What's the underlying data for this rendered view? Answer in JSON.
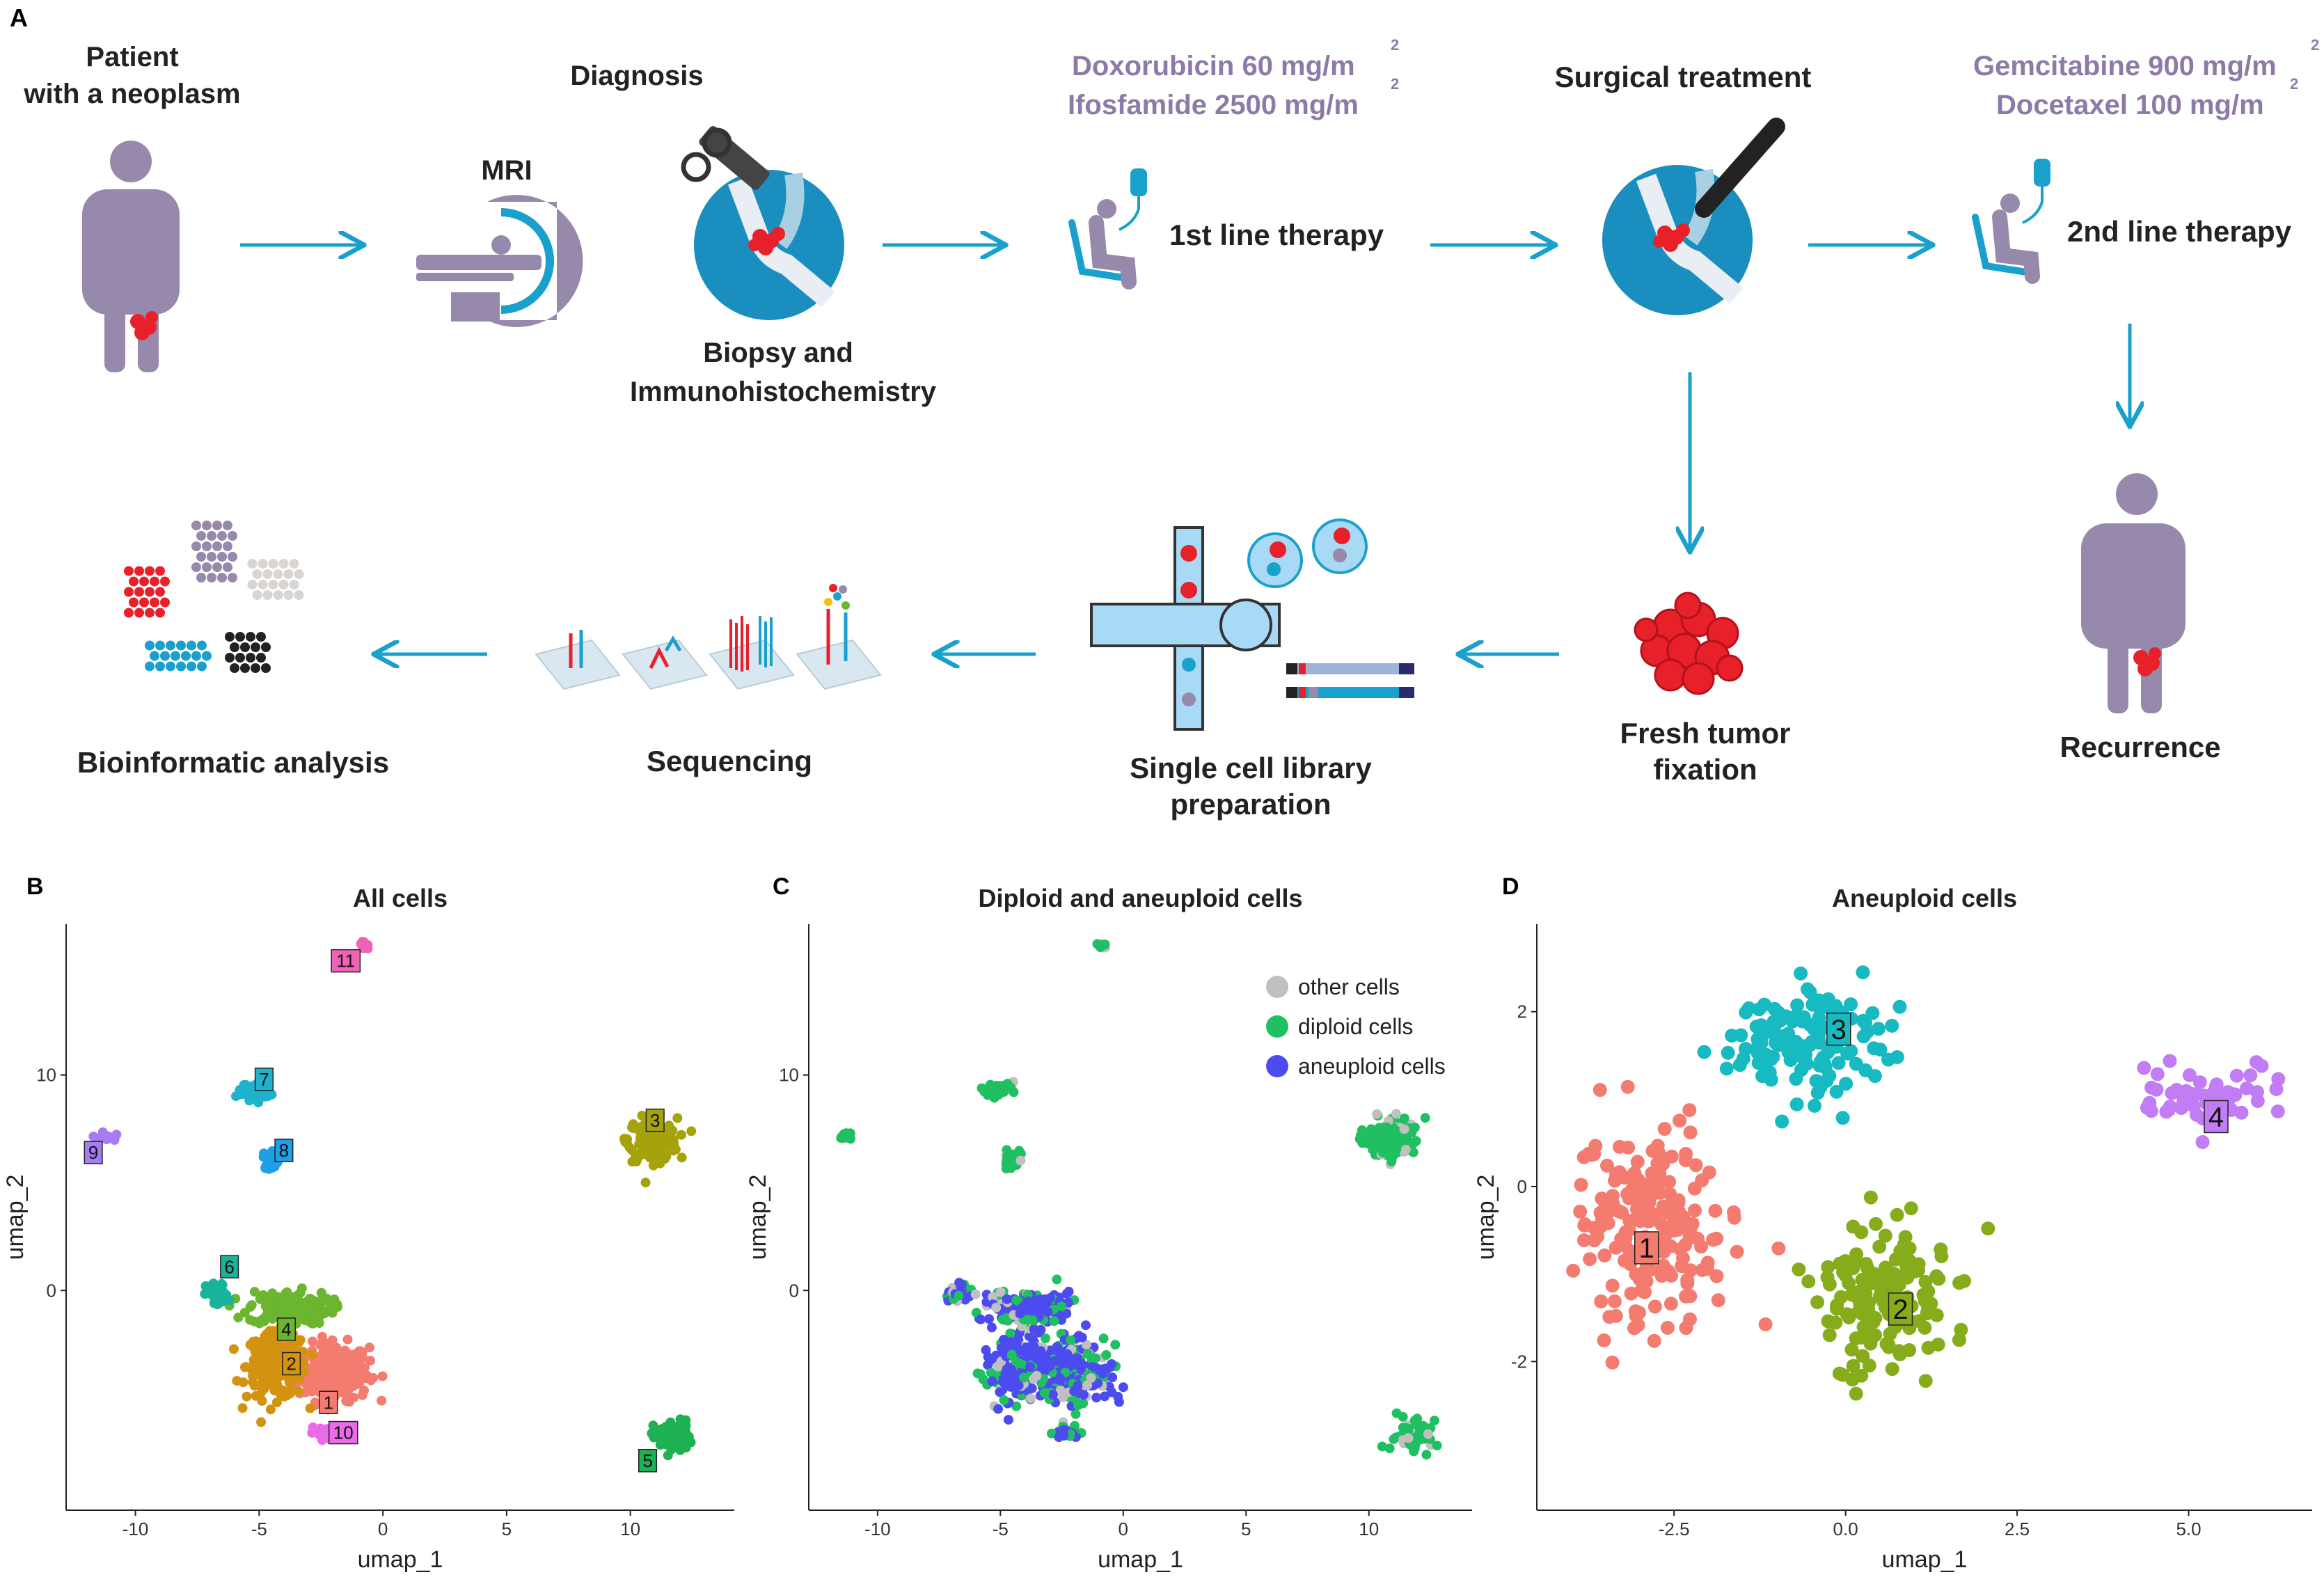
{
  "panel_a": {
    "letter": "A",
    "patient": [
      "Patient",
      "with a neoplasm"
    ],
    "diagnosis": "Diagnosis",
    "mri": "MRI",
    "biopsy": [
      "Biopsy and",
      "Immunohistochemistry"
    ],
    "drugs1": [
      "Doxorubicin 60 mg/m",
      "Ifosfamide 2500 mg/m"
    ],
    "superscript": "2",
    "first_line": "1st line therapy",
    "surgical": "Surgical treatment",
    "drugs2": [
      "Gemcitabine 900 mg/m",
      "Docetaxel 100 mg/m"
    ],
    "second_line": "2nd line therapy",
    "recurrence": "Recurrence",
    "fixation": [
      "Fresh tumor",
      "fixation"
    ],
    "library": [
      "Single cell library",
      "preparation"
    ],
    "sequencing": "Sequencing",
    "bioinformatic": "Bioinformatic analysis",
    "colors": {
      "accent": "#1aa0cc",
      "figure": "#9789ac",
      "drug_text": "#8e7aa8",
      "tumor": "#e8202a"
    }
  },
  "chart_data": [
    {
      "type": "scatter",
      "panel": "B",
      "title": "All cells",
      "xlabel": "umap_1",
      "ylabel": "umap_2",
      "xlim": [
        -12.8,
        14.2
      ],
      "ylim": [
        -10.2,
        17
      ],
      "xticks": [
        -10,
        -5,
        0,
        5,
        10
      ],
      "yticks": [
        0,
        10
      ],
      "grid": false,
      "clusters": [
        {
          "label": "1",
          "color": "#f37b70",
          "center": [
            -2,
            -3.8
          ],
          "spread": [
            1.3,
            1.2
          ],
          "n": 260,
          "label_pos": [
            -2.2,
            -5.2
          ]
        },
        {
          "label": "2",
          "color": "#d3920f",
          "center": [
            -4.3,
            -3.5
          ],
          "spread": [
            1.1,
            1.4
          ],
          "n": 220,
          "label_pos": [
            -3.7,
            -3.4
          ]
        },
        {
          "label": "3",
          "color": "#a6a20b",
          "center": [
            10.9,
            7
          ],
          "spread": [
            0.9,
            0.9
          ],
          "n": 160,
          "label_pos": [
            11,
            7.9
          ]
        },
        {
          "label": "4",
          "color": "#6cb52f",
          "center": [
            -3.8,
            -0.8
          ],
          "spread": [
            1.5,
            0.7
          ],
          "n": 160,
          "label_pos": [
            -3.9,
            -1.8
          ]
        },
        {
          "label": "5",
          "color": "#1db154",
          "center": [
            11.7,
            -6.8
          ],
          "spread": [
            0.7,
            0.7
          ],
          "n": 60,
          "label_pos": [
            10.7,
            -7.9
          ]
        },
        {
          "label": "6",
          "color": "#19b39c",
          "center": [
            -6.7,
            -0.2
          ],
          "spread": [
            0.4,
            0.5
          ],
          "n": 40,
          "label_pos": [
            -6.2,
            1.1
          ]
        },
        {
          "label": "7",
          "color": "#1fb2cb",
          "center": [
            -5.2,
            9.3
          ],
          "spread": [
            0.6,
            0.4
          ],
          "n": 40,
          "label_pos": [
            -4.8,
            9.8
          ]
        },
        {
          "label": "8",
          "color": "#1f9fe6",
          "center": [
            -4.5,
            6.1
          ],
          "spread": [
            0.3,
            0.4
          ],
          "n": 30,
          "label_pos": [
            -4,
            6.5
          ]
        },
        {
          "label": "9",
          "color": "#a77cf2",
          "center": [
            -11.2,
            7.1
          ],
          "spread": [
            0.3,
            0.2
          ],
          "n": 15,
          "label_pos": [
            -11.7,
            6.4
          ]
        },
        {
          "label": "10",
          "color": "#ea6be8",
          "center": [
            -2.3,
            -6.6
          ],
          "spread": [
            0.6,
            0.2
          ],
          "n": 30,
          "label_pos": [
            -1.6,
            -6.6
          ]
        },
        {
          "label": "11",
          "color": "#f062b6",
          "center": [
            -0.8,
            16
          ],
          "spread": [
            0.2,
            0.2
          ],
          "n": 8,
          "label_pos": [
            -1.5,
            15.3
          ]
        }
      ]
    },
    {
      "type": "scatter",
      "panel": "C",
      "title": "Diploid and aneuploid cells",
      "xlabel": "umap_1",
      "ylabel": "umap_2",
      "xlim": [
        -12.8,
        14.2
      ],
      "ylim": [
        -10.2,
        17
      ],
      "xticks": [
        -10,
        -5,
        0,
        5,
        10
      ],
      "yticks": [
        0,
        10
      ],
      "grid": false,
      "legend_position": "top-right",
      "series": [
        {
          "name": "other cells",
          "color": "#c0c0c0"
        },
        {
          "name": "diploid cells",
          "color": "#1fbf62"
        },
        {
          "name": "aneuploid cells",
          "color": "#4b4bf0"
        }
      ]
    },
    {
      "type": "scatter",
      "panel": "D",
      "title": "Aneuploid cells",
      "xlabel": "umap_1",
      "ylabel": "umap_2",
      "xlim": [
        -4.5,
        6.8
      ],
      "ylim": [
        -3.7,
        3
      ],
      "xticks": [
        -2.5,
        0.0,
        2.5,
        5.0
      ],
      "xtick_labels": [
        "-2.5",
        "0.0",
        "2.5",
        "5.0"
      ],
      "yticks": [
        -2,
        0,
        2
      ],
      "grid": false,
      "clusters": [
        {
          "label": "1",
          "color": "#f37b70",
          "center": [
            -2.9,
            -0.5
          ],
          "spread": [
            1.0,
            1.0
          ],
          "n": 190,
          "label_pos": [
            -2.9,
            -0.7
          ]
        },
        {
          "label": "2",
          "color": "#86ac1c",
          "center": [
            0.6,
            -1.3
          ],
          "spread": [
            0.9,
            0.8
          ],
          "n": 150,
          "label_pos": [
            0.8,
            -1.4
          ]
        },
        {
          "label": "3",
          "color": "#16bac0",
          "center": [
            -0.6,
            1.7
          ],
          "spread": [
            1.0,
            0.6
          ],
          "n": 130,
          "label_pos": [
            -0.1,
            1.8
          ]
        },
        {
          "label": "4",
          "color": "#c27cf5",
          "center": [
            5.2,
            1.0
          ],
          "spread": [
            0.8,
            0.3
          ],
          "n": 55,
          "label_pos": [
            5.4,
            0.8
          ]
        }
      ]
    }
  ],
  "panel_b_letter": "B",
  "panel_c_letter": "C",
  "panel_d_letter": "D"
}
